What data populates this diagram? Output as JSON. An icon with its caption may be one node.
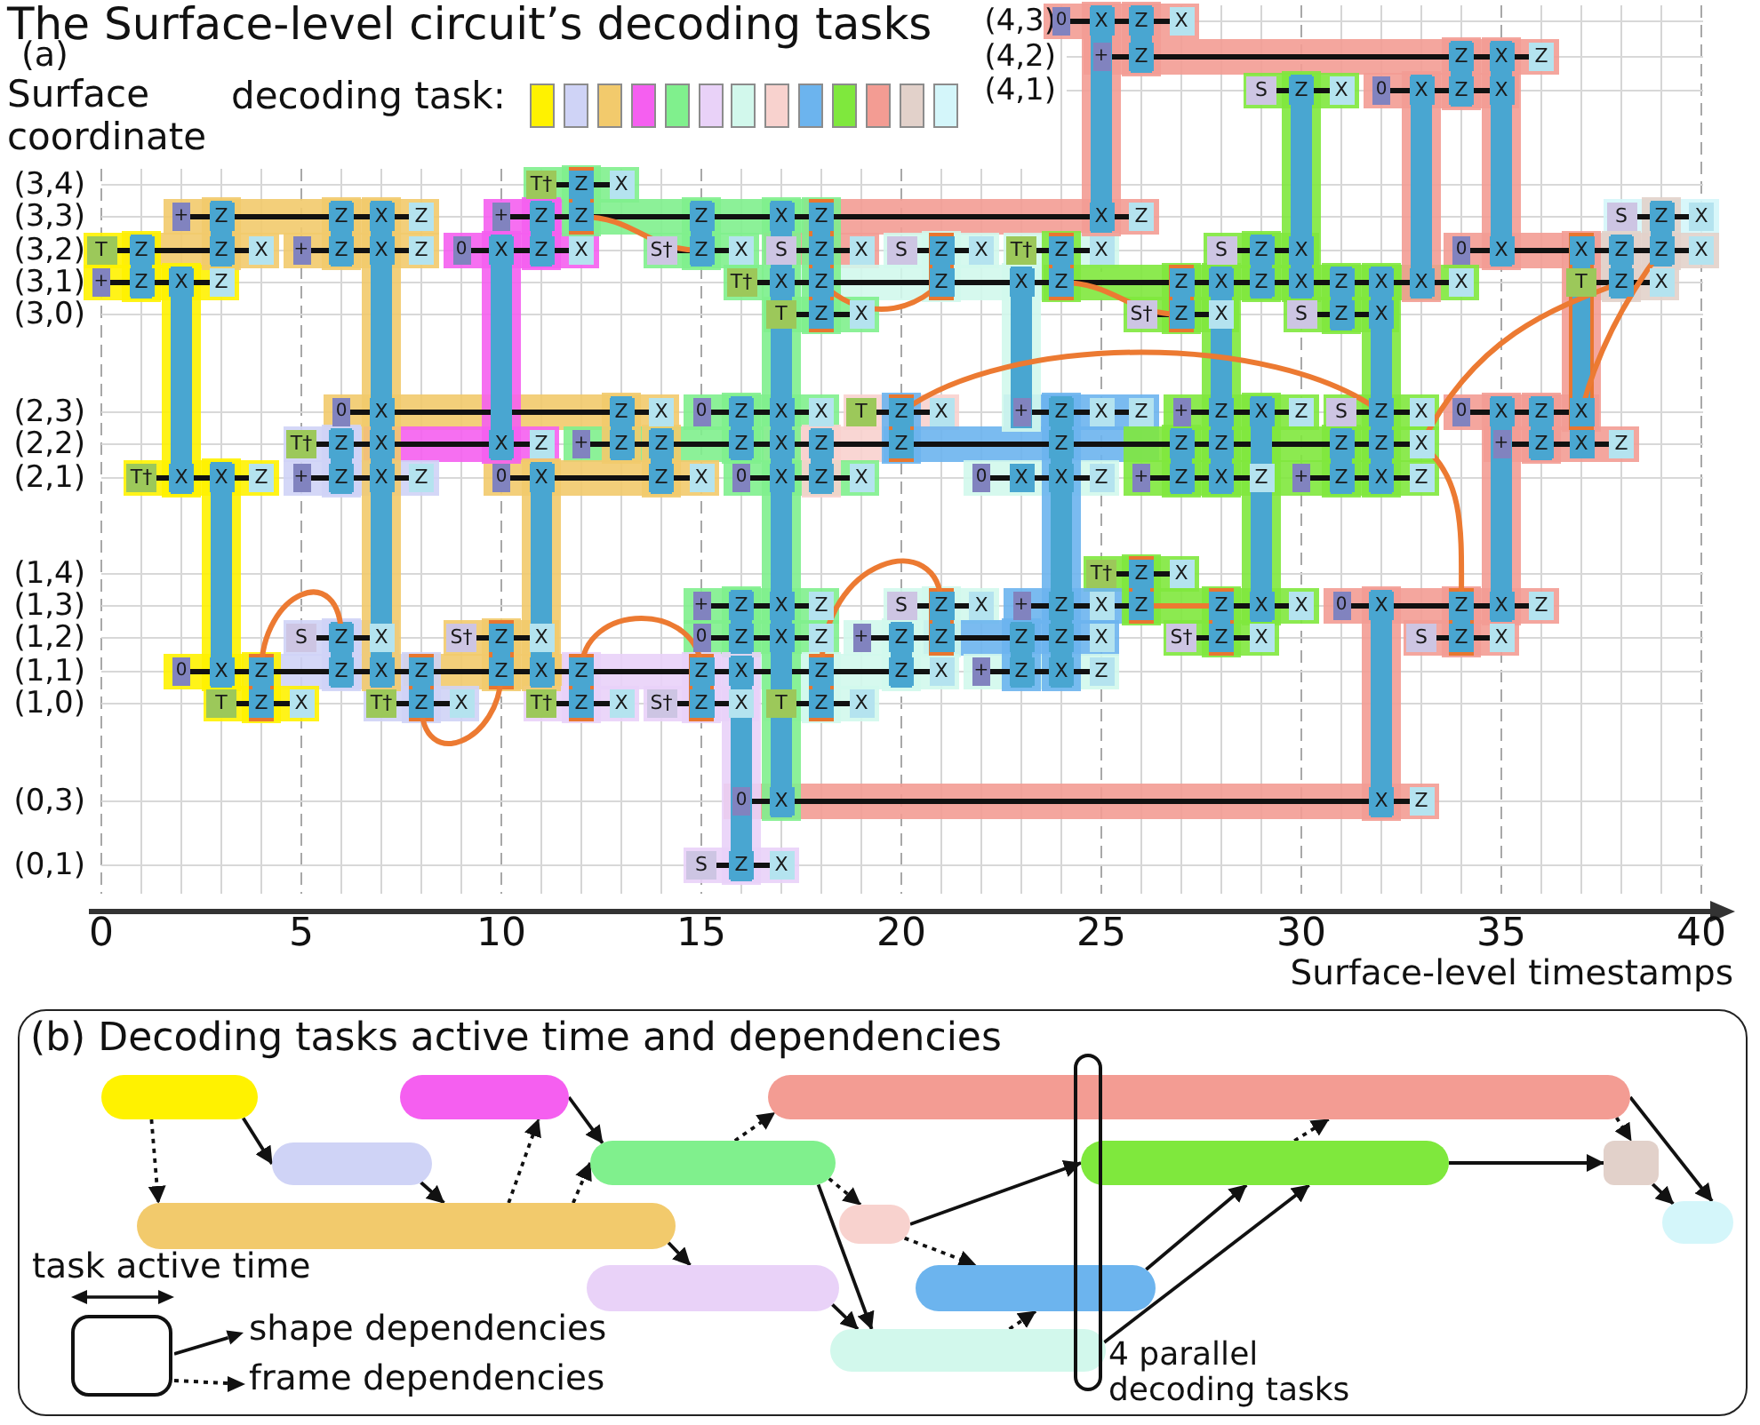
{
  "diagram": {
    "title": "The Surface-level circuit’s decoding tasks",
    "nodes": [
      {
        "text": [
          "(b) Decoding tasks active time and dependencies"
        ]
      },
      {
        "text": [],
        "shape": "bar",
        "in": 0
      },
      {
        "text": [],
        "shape": "bar",
        "in": 0
      },
      {
        "text": [],
        "shape": "bar",
        "in": 0
      },
      {
        "text": [],
        "shape": "bar",
        "in": 0
      },
      {
        "text": [],
        "shape": "bar",
        "in": 0
      },
      {
        "text": [],
        "shape": "bar",
        "in": 0
      },
      {
        "text": [],
        "shape": "box",
        "in": 0
      },
      {
        "text": [],
        "shape": "bar",
        "in": 0
      },
      {
        "text": [],
        "shape": "bar",
        "in": 0
      },
      {
        "text": [],
        "shape": "bar",
        "in": 0
      },
      {
        "text": [],
        "shape": "bar",
        "in": 0
      },
      {
        "text": [],
        "shape": "bar",
        "in": 0
      },
      {
        "text": [],
        "shape": "bar",
        "in": 0
      },
      {
        "text": [
          "4 parallel decoding tasks"
        ],
        "in": 0
      }
    ],
    "edges": [
      {
        "from": 1,
        "to": 4,
        "arrow": "to"
      },
      {
        "from": 1,
        "to": 8,
        "arrow": "to",
        "style": "dashed"
      },
      {
        "from": 4,
        "to": 8,
        "arrow": "to"
      },
      {
        "from": 8,
        "to": 2,
        "arrow": "to",
        "style": "dashed"
      },
      {
        "from": 2,
        "to": 5,
        "arrow": "to"
      },
      {
        "from": 8,
        "to": 5,
        "arrow": "to",
        "style": "dashed"
      },
      {
        "from": 5,
        "to": 3,
        "arrow": "to",
        "style": "dashed"
      },
      {
        "from": 5,
        "to": 9,
        "arrow": "to",
        "style": "dashed"
      },
      {
        "from": 5,
        "to": 13,
        "arrow": "to"
      },
      {
        "from": 11,
        "to": 13,
        "arrow": "to"
      },
      {
        "from": 9,
        "to": 12,
        "arrow": "to",
        "style": "dashed"
      },
      {
        "from": 13,
        "to": 12,
        "arrow": "to",
        "style": "dashed"
      },
      {
        "from": 9,
        "to": 6,
        "arrow": "to"
      },
      {
        "from": 12,
        "to": 6,
        "arrow": "to"
      },
      {
        "from": 6,
        "to": 3,
        "arrow": "to",
        "style": "dashed"
      },
      {
        "from": 6,
        "to": 7,
        "arrow": "to"
      },
      {
        "from": 3,
        "to": 10,
        "arrow": "to"
      },
      {
        "from": 7,
        "to": 10,
        "arrow": "to"
      },
      {
        "from": 8,
        "to": 11,
        "arrow": "to"
      },
      {
        "from": 13,
        "to": 6,
        "arrow": "to"
      },
      {
        "from": 3,
        "to": 7,
        "arrow": "to",
        "style": "dashed"
      }
    ],
    "labels": [
      "(a)",
      "Surface coordinate",
      "decoding task:",
      "(4,3)",
      "(4,2)",
      "(4,1)",
      "(3,4)",
      "(3,3)",
      "(3,2)",
      "(3,1)",
      "(3,0)",
      "(2,3)",
      "(2,2)",
      "(2,1)",
      "(1,4)",
      "(1,3)",
      "(1,2)",
      "(1,1)",
      "(1,0)",
      "(0,3)",
      "(0,1)",
      "0",
      "X",
      "Z",
      "X",
      "+",
      "Z",
      "Z",
      "X",
      "Z",
      "S",
      "Z",
      "X",
      "0",
      "X",
      "Z",
      "X",
      "T†",
      "Z",
      "X",
      "+",
      "Z",
      "Z",
      "X",
      "Z",
      "+",
      "Z",
      "Z",
      "Z",
      "X",
      "Z",
      "X",
      "Z",
      "S",
      "Z",
      "X",
      "T",
      "Z",
      "Z",
      "X",
      "+",
      "Z",
      "X",
      "Z",
      "0",
      "X",
      "Z",
      "X",
      "S†",
      "Z",
      "X",
      "S",
      "Z",
      "X",
      "S",
      "Z",
      "X",
      "T†",
      "Z",
      "X",
      "S",
      "Z",
      "X",
      "0",
      "X",
      "X",
      "Z",
      "Z",
      "X",
      "+",
      "Z",
      "X",
      "Z",
      "T†",
      "X",
      "Z",
      "Z",
      "X",
      "Z",
      "Z",
      "X",
      "Z",
      "X",
      "Z",
      "X",
      "X",
      "X",
      "T",
      "Z",
      "X",
      "T",
      "Z",
      "X",
      "S†",
      "Z",
      "X",
      "S",
      "Z",
      "X",
      "0",
      "X",
      "Z",
      "X",
      "0",
      "Z",
      "X",
      "X",
      "T",
      "Z",
      "X",
      "+",
      "Z",
      "X",
      "Z",
      "+",
      "Z",
      "X",
      "Z",
      "S",
      "Z",
      "X",
      "0",
      "X",
      "Z",
      "X",
      "T†",
      "Z",
      "X",
      "X",
      "Z",
      "+",
      "Z",
      "Z",
      "Z",
      "X",
      "Z",
      "Z",
      "Z",
      "Z",
      "Z",
      "Z",
      "Z",
      "X",
      "+",
      "Z",
      "X",
      "Z",
      "T†",
      "X",
      "X",
      "Z",
      "+",
      "Z",
      "X",
      "Z",
      "0",
      "X",
      "Z",
      "X",
      "0",
      "X",
      "Z",
      "X",
      "0",
      "X",
      "X",
      "Z",
      "+",
      "Z",
      "X",
      "Z",
      "+",
      "Z",
      "X",
      "Z",
      "T†",
      "Z",
      "X",
      "+",
      "Z",
      "X",
      "Z",
      "S",
      "Z",
      "X",
      "+",
      "Z",
      "X",
      "Z",
      "Z",
      "X",
      "X",
      "0",
      "X",
      "Z",
      "X",
      "Z",
      "S",
      "Z",
      "X",
      "S†",
      "Z",
      "X",
      "0",
      "Z",
      "X",
      "Z",
      "+",
      "Z",
      "Z",
      "Z",
      "Z",
      "X",
      "S†",
      "Z",
      "X",
      "S",
      "Z",
      "X",
      "0",
      "X",
      "Z",
      "Z",
      "X",
      "Z",
      "Z",
      "X",
      "Z",
      "Z",
      "X",
      "Z",
      "Z",
      "X",
      "+",
      "Z",
      "X",
      "Z",
      "T",
      "Z",
      "X",
      "T†",
      "Z",
      "X",
      "T†",
      "Z",
      "X",
      "S†",
      "Z",
      "X",
      "T",
      "Z",
      "X",
      "0",
      "X",
      "X",
      "Z",
      "S",
      "Z",
      "X",
      "0",
      "5",
      "10",
      "15",
      "20",
      "25",
      "30",
      "35",
      "40",
      "Surface-level timestamps"
    ],
    "legend": [
      {
        "text": "task active time"
      },
      {
        "text": "shape dependencies"
      },
      {
        "text": "frame dependencies"
      }
    ]
  }
}
